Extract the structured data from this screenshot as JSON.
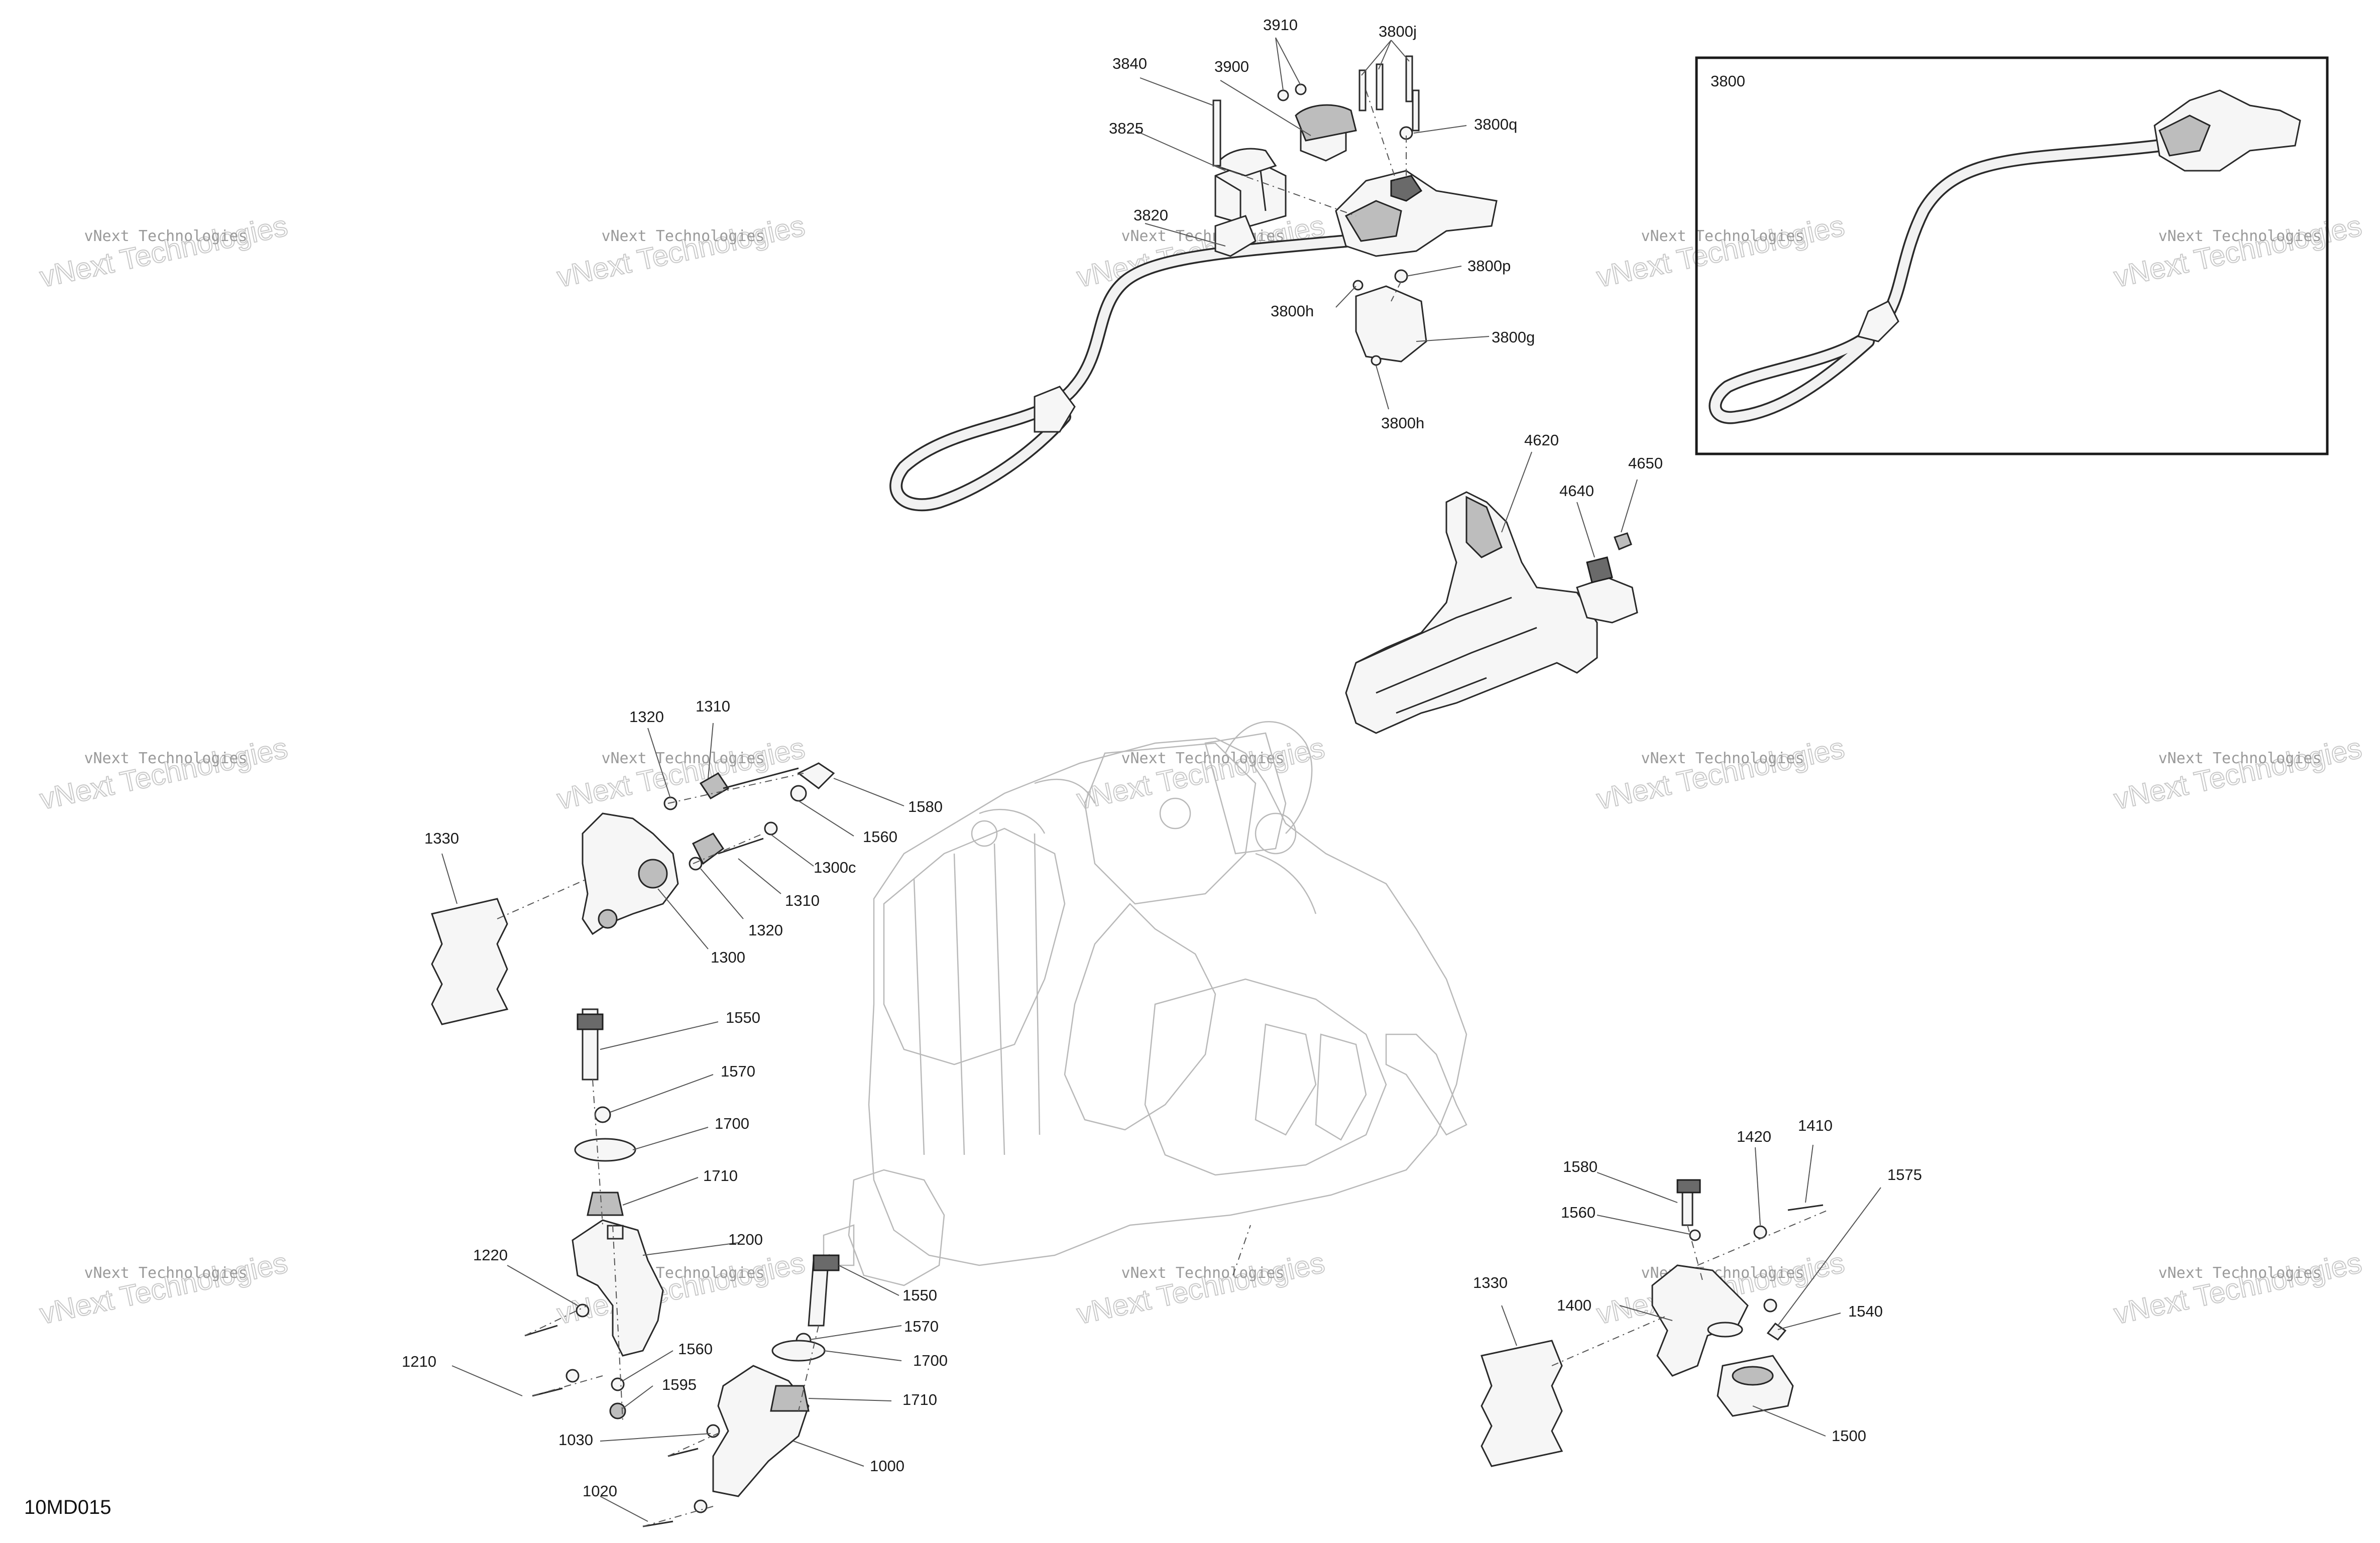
{
  "diagram_id": "10MD015",
  "inset": {
    "label": "3800"
  },
  "watermark": {
    "line1": "vNext Technologies",
    "line2": "vNext Technologies"
  },
  "callouts": [
    {
      "id": "3910",
      "text": "3910"
    },
    {
      "id": "3800j",
      "text": "3800j"
    },
    {
      "id": "3840",
      "text": "3840"
    },
    {
      "id": "3900",
      "text": "3900"
    },
    {
      "id": "3800q",
      "text": "3800q"
    },
    {
      "id": "3825",
      "text": "3825"
    },
    {
      "id": "3820",
      "text": "3820"
    },
    {
      "id": "3800p",
      "text": "3800p"
    },
    {
      "id": "3800h-top",
      "text": "3800h"
    },
    {
      "id": "3800g",
      "text": "3800g"
    },
    {
      "id": "3800h-bottom",
      "text": "3800h"
    },
    {
      "id": "4620",
      "text": "4620"
    },
    {
      "id": "4650",
      "text": "4650"
    },
    {
      "id": "4640",
      "text": "4640"
    },
    {
      "id": "1320-top",
      "text": "1320"
    },
    {
      "id": "1310-top",
      "text": "1310"
    },
    {
      "id": "1580-top",
      "text": "1580"
    },
    {
      "id": "1560-top",
      "text": "1560"
    },
    {
      "id": "1330-left",
      "text": "1330"
    },
    {
      "id": "1300c",
      "text": "1300c"
    },
    {
      "id": "1310-bottom",
      "text": "1310"
    },
    {
      "id": "1320-bottom",
      "text": "1320"
    },
    {
      "id": "1300",
      "text": "1300"
    },
    {
      "id": "1550-top",
      "text": "1550"
    },
    {
      "id": "1570-top",
      "text": "1570"
    },
    {
      "id": "1700-top",
      "text": "1700"
    },
    {
      "id": "1710-top",
      "text": "1710"
    },
    {
      "id": "1220",
      "text": "1220"
    },
    {
      "id": "1200",
      "text": "1200"
    },
    {
      "id": "1550-bottom",
      "text": "1550"
    },
    {
      "id": "1570-bottom",
      "text": "1570"
    },
    {
      "id": "1560-mid",
      "text": "1560"
    },
    {
      "id": "1210",
      "text": "1210"
    },
    {
      "id": "1700-bottom",
      "text": "1700"
    },
    {
      "id": "1595",
      "text": "1595"
    },
    {
      "id": "1710-bottom",
      "text": "1710"
    },
    {
      "id": "1030",
      "text": "1030"
    },
    {
      "id": "1000",
      "text": "1000"
    },
    {
      "id": "1020",
      "text": "1020"
    },
    {
      "id": "1580-right",
      "text": "1580"
    },
    {
      "id": "1420",
      "text": "1420"
    },
    {
      "id": "1410",
      "text": "1410"
    },
    {
      "id": "1575",
      "text": "1575"
    },
    {
      "id": "1560-right",
      "text": "1560"
    },
    {
      "id": "1330-right",
      "text": "1330"
    },
    {
      "id": "1400",
      "text": "1400"
    },
    {
      "id": "1540",
      "text": "1540"
    },
    {
      "id": "1500",
      "text": "1500"
    }
  ]
}
